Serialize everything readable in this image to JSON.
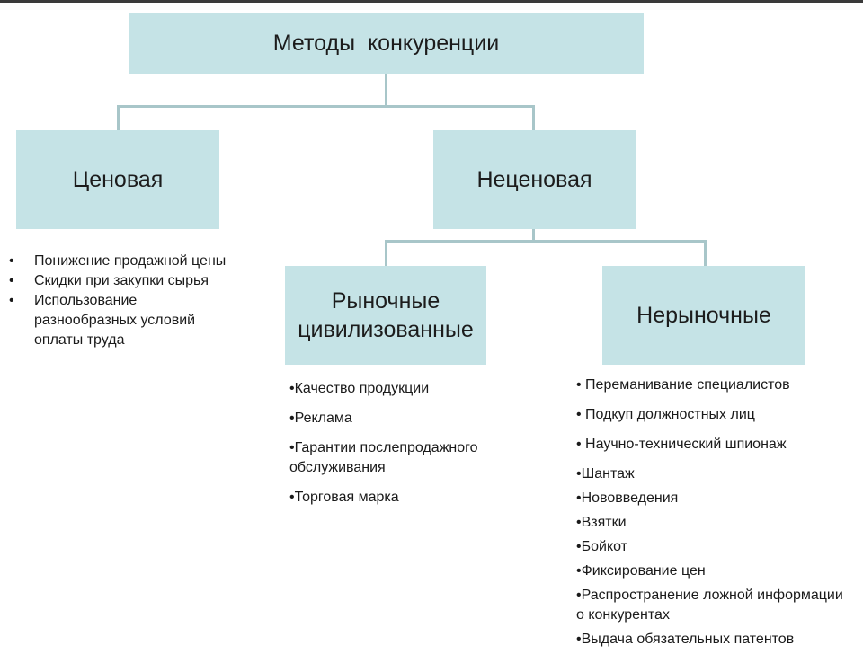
{
  "diagram": {
    "root": "Методы  конкуренции",
    "price": {
      "title": "Ценовая",
      "items": [
        "Понижение продажной цены",
        "Скидки при закупки сырья",
        "Использование разнообразных условий оплаты труда"
      ]
    },
    "non_price": {
      "title": "Неценовая",
      "civilized": {
        "title_line1": "Рыночные",
        "title_line2": "цивилизованные",
        "items": [
          "•Качество продукции",
          "•Реклама",
          "•Гарантии послепродажного обслуживания",
          "•Торговая марка"
        ]
      },
      "non_market": {
        "title": "Нерыночные",
        "items": [
          "• Переманивание специалистов",
          "• Подкуп должностных лиц",
          "• Научно-технический шпионаж",
          "•Шантаж",
          "•Нововведения",
          "•Взятки",
          "•Бойкот",
          "•Фиксирование цен",
          "•Распространение ложной информации о конкурентах",
          "•Выдача обязательных патентов"
        ]
      }
    }
  }
}
